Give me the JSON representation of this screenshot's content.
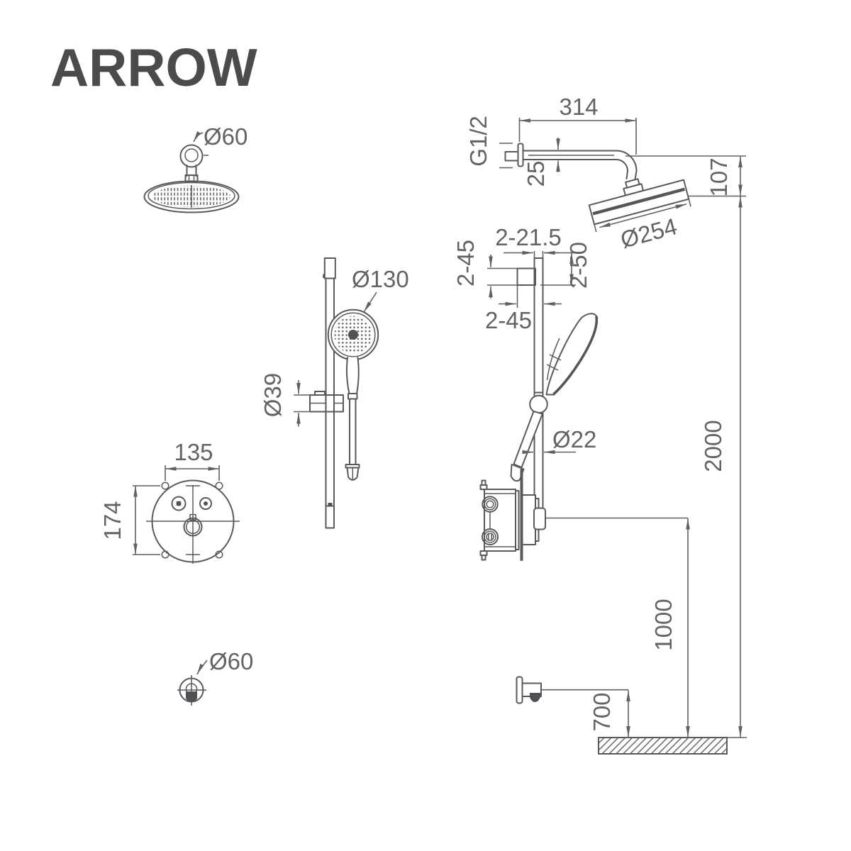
{
  "logo": "ARROW",
  "labels": {
    "flange_dia_top": "Ø60",
    "hand_shower_dia": "Ø130",
    "slider_dia": "Ø39",
    "plate_width": "135",
    "plate_height": "174",
    "outlet_dia": "Ø60",
    "arm_length": "314",
    "thread": "G1/2",
    "arm_dia": "25",
    "head_dia": "Ø254",
    "head_drop": "107",
    "union_width": "2-21.5",
    "union_height": "2-45",
    "union_drop": "2-50",
    "union_depth": "2-45",
    "bar_dia": "Ø22",
    "overall_height": "2000",
    "mixer_height": "1000",
    "spout_height": "700"
  }
}
